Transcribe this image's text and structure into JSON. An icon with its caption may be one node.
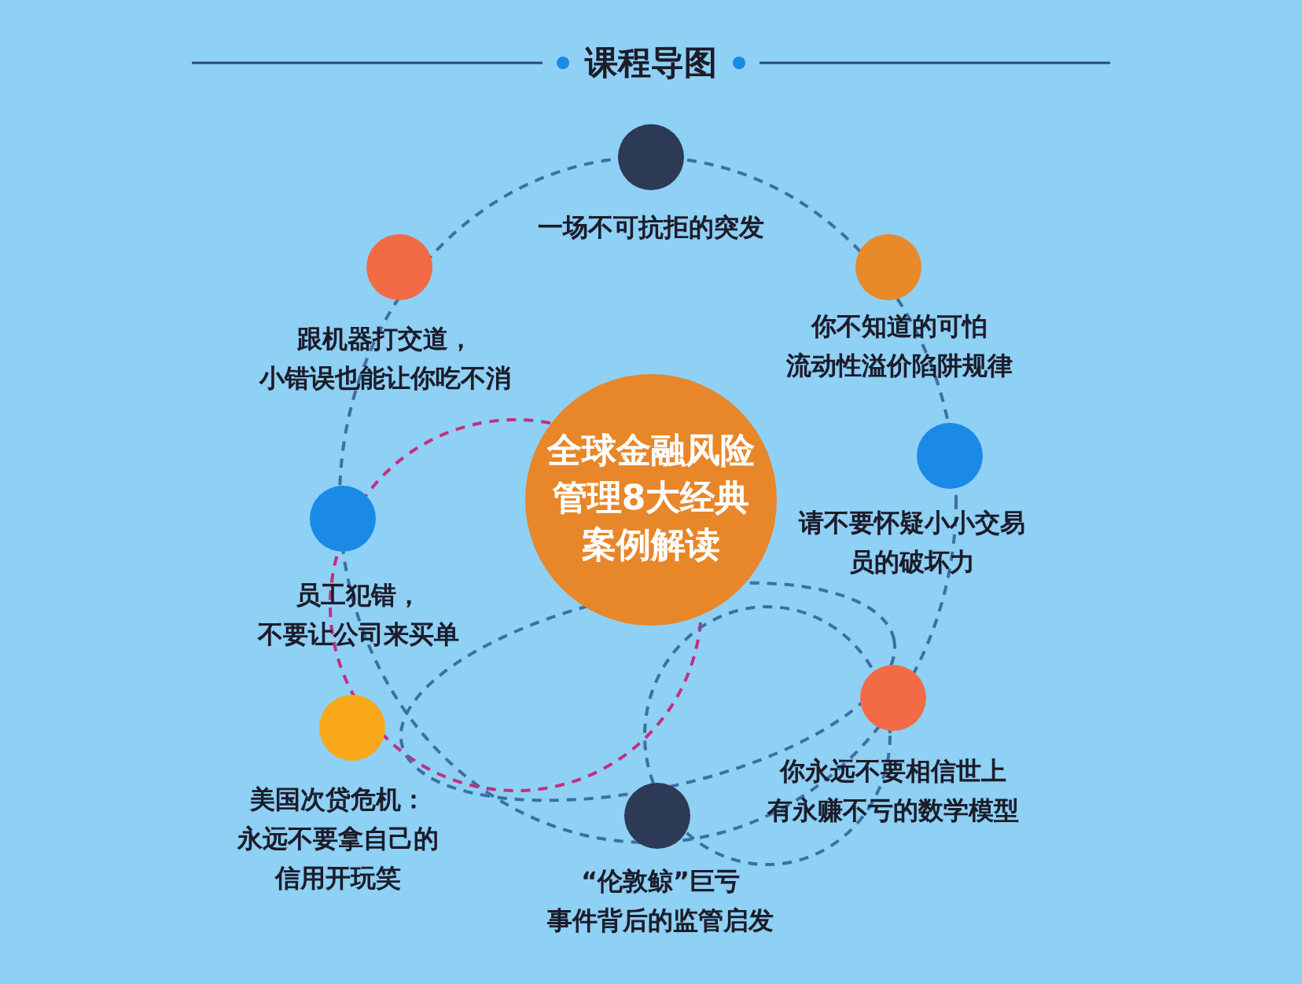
{
  "diagram": {
    "title": "课程导图",
    "nodes": [
      {
        "text": [
          "全球金融风险管理8大经典案例解读"
        ]
      },
      {
        "text": [],
        "shape": "circle",
        "beside": [
          "一场不可抗拒的突发"
        ]
      },
      {
        "text": [],
        "shape": "circle",
        "beside": [
          "跟机器打交道，小错误也能让你吃不消"
        ]
      },
      {
        "text": [],
        "shape": "circle",
        "beside": [
          "你不知道的可怕流动性溢价陷阱规律"
        ]
      },
      {
        "text": [],
        "shape": "circle",
        "beside": [
          "请不要怀疑小小交易员的破坏力"
        ]
      },
      {
        "text": [],
        "shape": "circle",
        "beside": [
          "员工犯错，不要让公司来买单"
        ]
      },
      {
        "text": [],
        "shape": "circle",
        "beside": [
          "你永远不要相信世上有永赚不亏的数学模型"
        ]
      },
      {
        "text": [],
        "shape": "circle",
        "beside": [
          "美国次贷危机：永远不要拿自己的信用开玩笑"
        ]
      },
      {
        "text": [],
        "shape": "circle",
        "beside": [
          "“伦敦鲸”巨亏事件背后的监管启发"
        ]
      }
    ]
  }
}
